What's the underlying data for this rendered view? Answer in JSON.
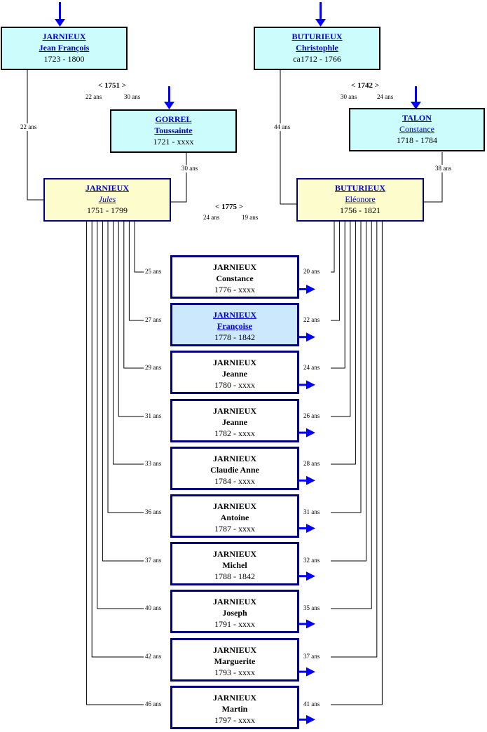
{
  "grandparents": {
    "jf": {
      "surname": "JARNIEUX",
      "given": "Jean François",
      "dates": "1723 - 1800"
    },
    "tg": {
      "surname": "GORREL",
      "given": "Toussainte",
      "dates": "1721 - xxxx"
    },
    "cb": {
      "surname": "BUTURIEUX",
      "given": "Christophle",
      "dates": "ca1712 - 1766"
    },
    "ct": {
      "surname": "TALON",
      "given": "Constance",
      "dates": "1718 - 1784"
    }
  },
  "parents": {
    "father": {
      "surname": "JARNIEUX",
      "given": "Jules",
      "dates": "1751 - 1799"
    },
    "mother": {
      "surname": "BUTURIEUX",
      "given": "Eléonore",
      "dates": "1756 - 1821"
    }
  },
  "marriages": {
    "paternal": {
      "label": "< 1751 >",
      "age_husband": "22 ans",
      "age_wife": "30 ans"
    },
    "maternal": {
      "label": "< 1742 >",
      "age_husband": "30 ans",
      "age_wife": "24 ans"
    },
    "parents": {
      "label": "< 1775 >",
      "age_husband": "24 ans",
      "age_wife": "19 ans"
    }
  },
  "parent_ages": {
    "jf_at_jules": "22 ans",
    "tg_at_jules": "30 ans",
    "cb_at_eleonore": "44 ans",
    "ct_at_eleonore": "38 ans"
  },
  "children": [
    {
      "surname": "JARNIEUX",
      "given": "Constance",
      "dates": "1776 - xxxx",
      "father_age": "25 ans",
      "mother_age": "20 ans"
    },
    {
      "surname": "JARNIEUX",
      "given": "Françoise",
      "dates": "1778 - 1842",
      "father_age": "27 ans",
      "mother_age": "22 ans",
      "selected": true
    },
    {
      "surname": "JARNIEUX",
      "given": "Jeanne",
      "dates": "1780 - xxxx",
      "father_age": "29 ans",
      "mother_age": "24 ans"
    },
    {
      "surname": "JARNIEUX",
      "given": "Jeanne",
      "dates": "1782 - xxxx",
      "father_age": "31 ans",
      "mother_age": "26 ans"
    },
    {
      "surname": "JARNIEUX",
      "given": "Claudie Anne",
      "dates": "1784 - xxxx",
      "father_age": "33 ans",
      "mother_age": "28 ans"
    },
    {
      "surname": "JARNIEUX",
      "given": "Antoine",
      "dates": "1787 - xxxx",
      "father_age": "36 ans",
      "mother_age": "31 ans"
    },
    {
      "surname": "JARNIEUX",
      "given": "Michel",
      "dates": "1788 - 1842",
      "father_age": "37 ans",
      "mother_age": "32 ans"
    },
    {
      "surname": "JARNIEUX",
      "given": "Joseph",
      "dates": "1791 - xxxx",
      "father_age": "40 ans",
      "mother_age": "35 ans"
    },
    {
      "surname": "JARNIEUX",
      "given": "Marguerite",
      "dates": "1793 - xxxx",
      "father_age": "42 ans",
      "mother_age": "37 ans"
    },
    {
      "surname": "JARNIEUX",
      "given": "Martin",
      "dates": "1797 - xxxx",
      "father_age": "46 ans",
      "mother_age": "41 ans"
    }
  ],
  "colors": {
    "line": "#000000",
    "arrow": "#0000ff",
    "box_border": "#000080",
    "gp_fill": "#ccfcfc",
    "parent_fill": "#fcfccc",
    "selected_fill": "#cce8fc"
  }
}
